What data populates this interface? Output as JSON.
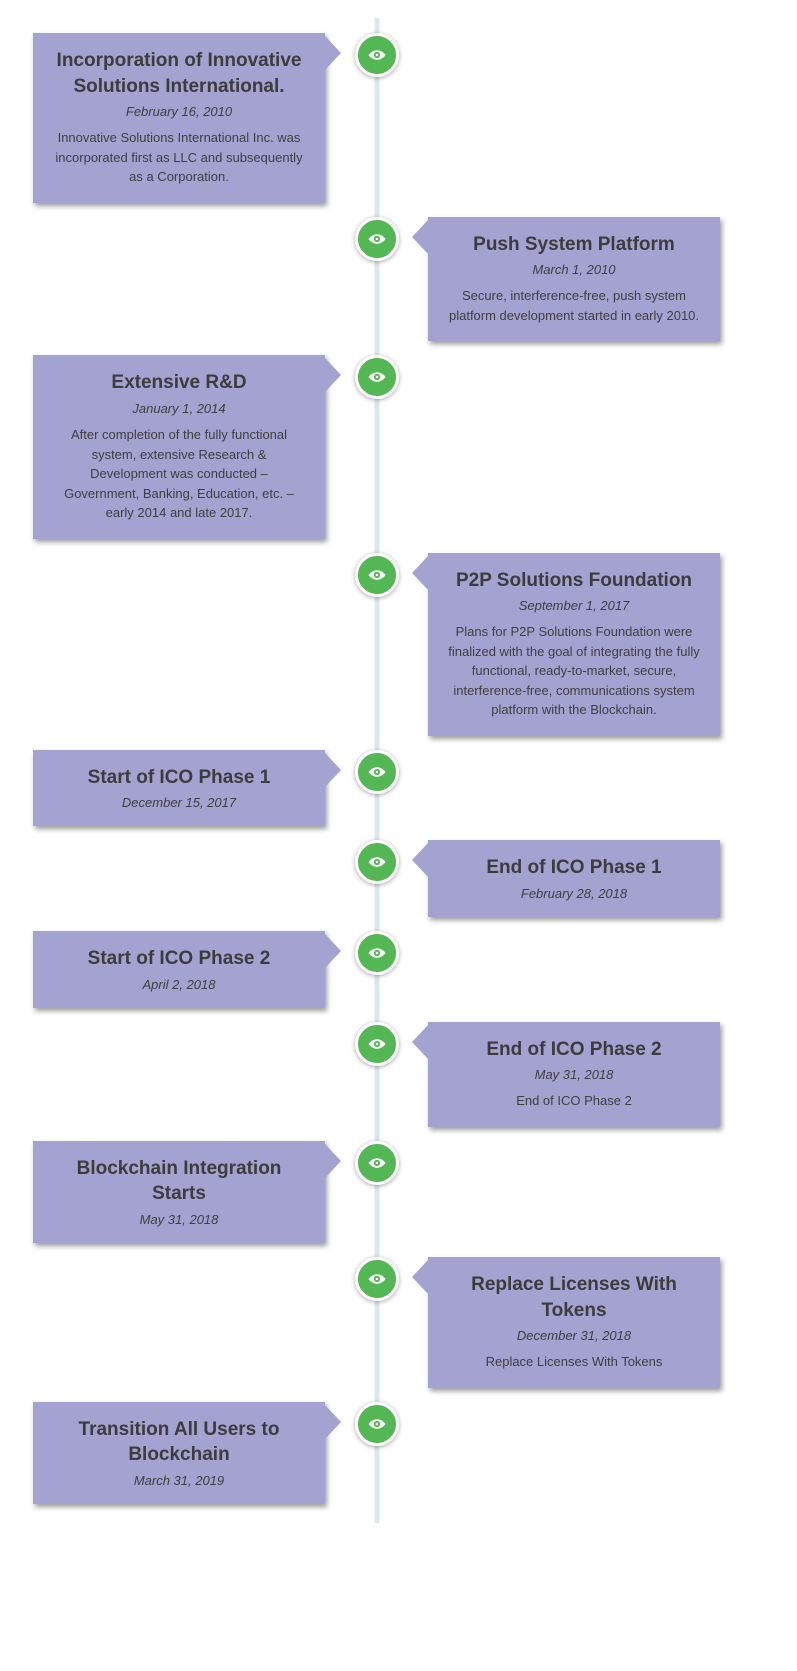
{
  "theme": {
    "page_bg": "#ffffff",
    "card_bg": "#a3a2d0",
    "marker_green": "#53b853",
    "line_color": "#dce8ee",
    "title_color": "#3c3c3c",
    "text_color": "#3f3f3f"
  },
  "timeline": {
    "marker_icon": "eye-icon",
    "items": [
      {
        "side": "left",
        "title": "Incorporation of Innovative Solutions International.",
        "date": "February 16, 2010",
        "description": "Innovative Solutions International Inc. was incorporated first as LLC and subsequently as a Corporation."
      },
      {
        "side": "right",
        "title": "Push System Platform",
        "date": "March 1, 2010",
        "description": "Secure, interference-free, push system platform development started in early 2010."
      },
      {
        "side": "left",
        "title": "Extensive R&D",
        "date": "January 1, 2014",
        "description": "After completion of the fully functional system, extensive Research & Development was conducted – Government, Banking, Education, etc. – early 2014 and late 2017."
      },
      {
        "side": "right",
        "title": "P2P Solutions Foundation",
        "date": "September 1, 2017",
        "description": "Plans for P2P Solutions Foundation were finalized with the goal of integrating the fully functional, ready-to-market, secure, interference-free, communications system platform with the Blockchain."
      },
      {
        "side": "left",
        "title": "Start of ICO Phase 1",
        "date": "December 15, 2017",
        "description": ""
      },
      {
        "side": "right",
        "title": "End of ICO Phase 1",
        "date": "February 28, 2018",
        "description": ""
      },
      {
        "side": "left",
        "title": "Start of ICO Phase 2",
        "date": "April 2, 2018",
        "description": ""
      },
      {
        "side": "right",
        "title": "End of ICO Phase 2",
        "date": "May 31, 2018",
        "description": "End of ICO Phase 2"
      },
      {
        "side": "left",
        "title": "Blockchain Integration Starts",
        "date": "May 31, 2018",
        "description": ""
      },
      {
        "side": "right",
        "title": "Replace Licenses With Tokens",
        "date": "December 31, 2018",
        "description": "Replace Licenses With Tokens"
      },
      {
        "side": "left",
        "title": "Transition All Users to Blockchain",
        "date": "March 31, 2019",
        "description": ""
      }
    ]
  }
}
